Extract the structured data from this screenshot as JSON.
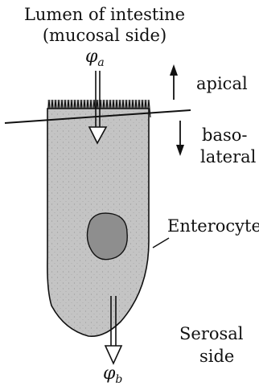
{
  "diagram": {
    "lumen_label_line1": "Lumen of intestine",
    "lumen_label_line2": "(mucosal side)",
    "phi_a_symbol": "φ",
    "phi_a_sub": "a",
    "phi_b_symbol": "φ",
    "phi_b_sub": "b",
    "apical_label": "apical",
    "basolateral_line1": "baso-",
    "basolateral_line2": "lateral",
    "enterocyte_label": "Enterocyte",
    "serosal_line1": "Serosal",
    "serosal_line2": "side"
  },
  "colors": {
    "cell_fill": "#c4c4c4",
    "nucleus_fill": "#8e8e8e",
    "ink": "#111111"
  }
}
